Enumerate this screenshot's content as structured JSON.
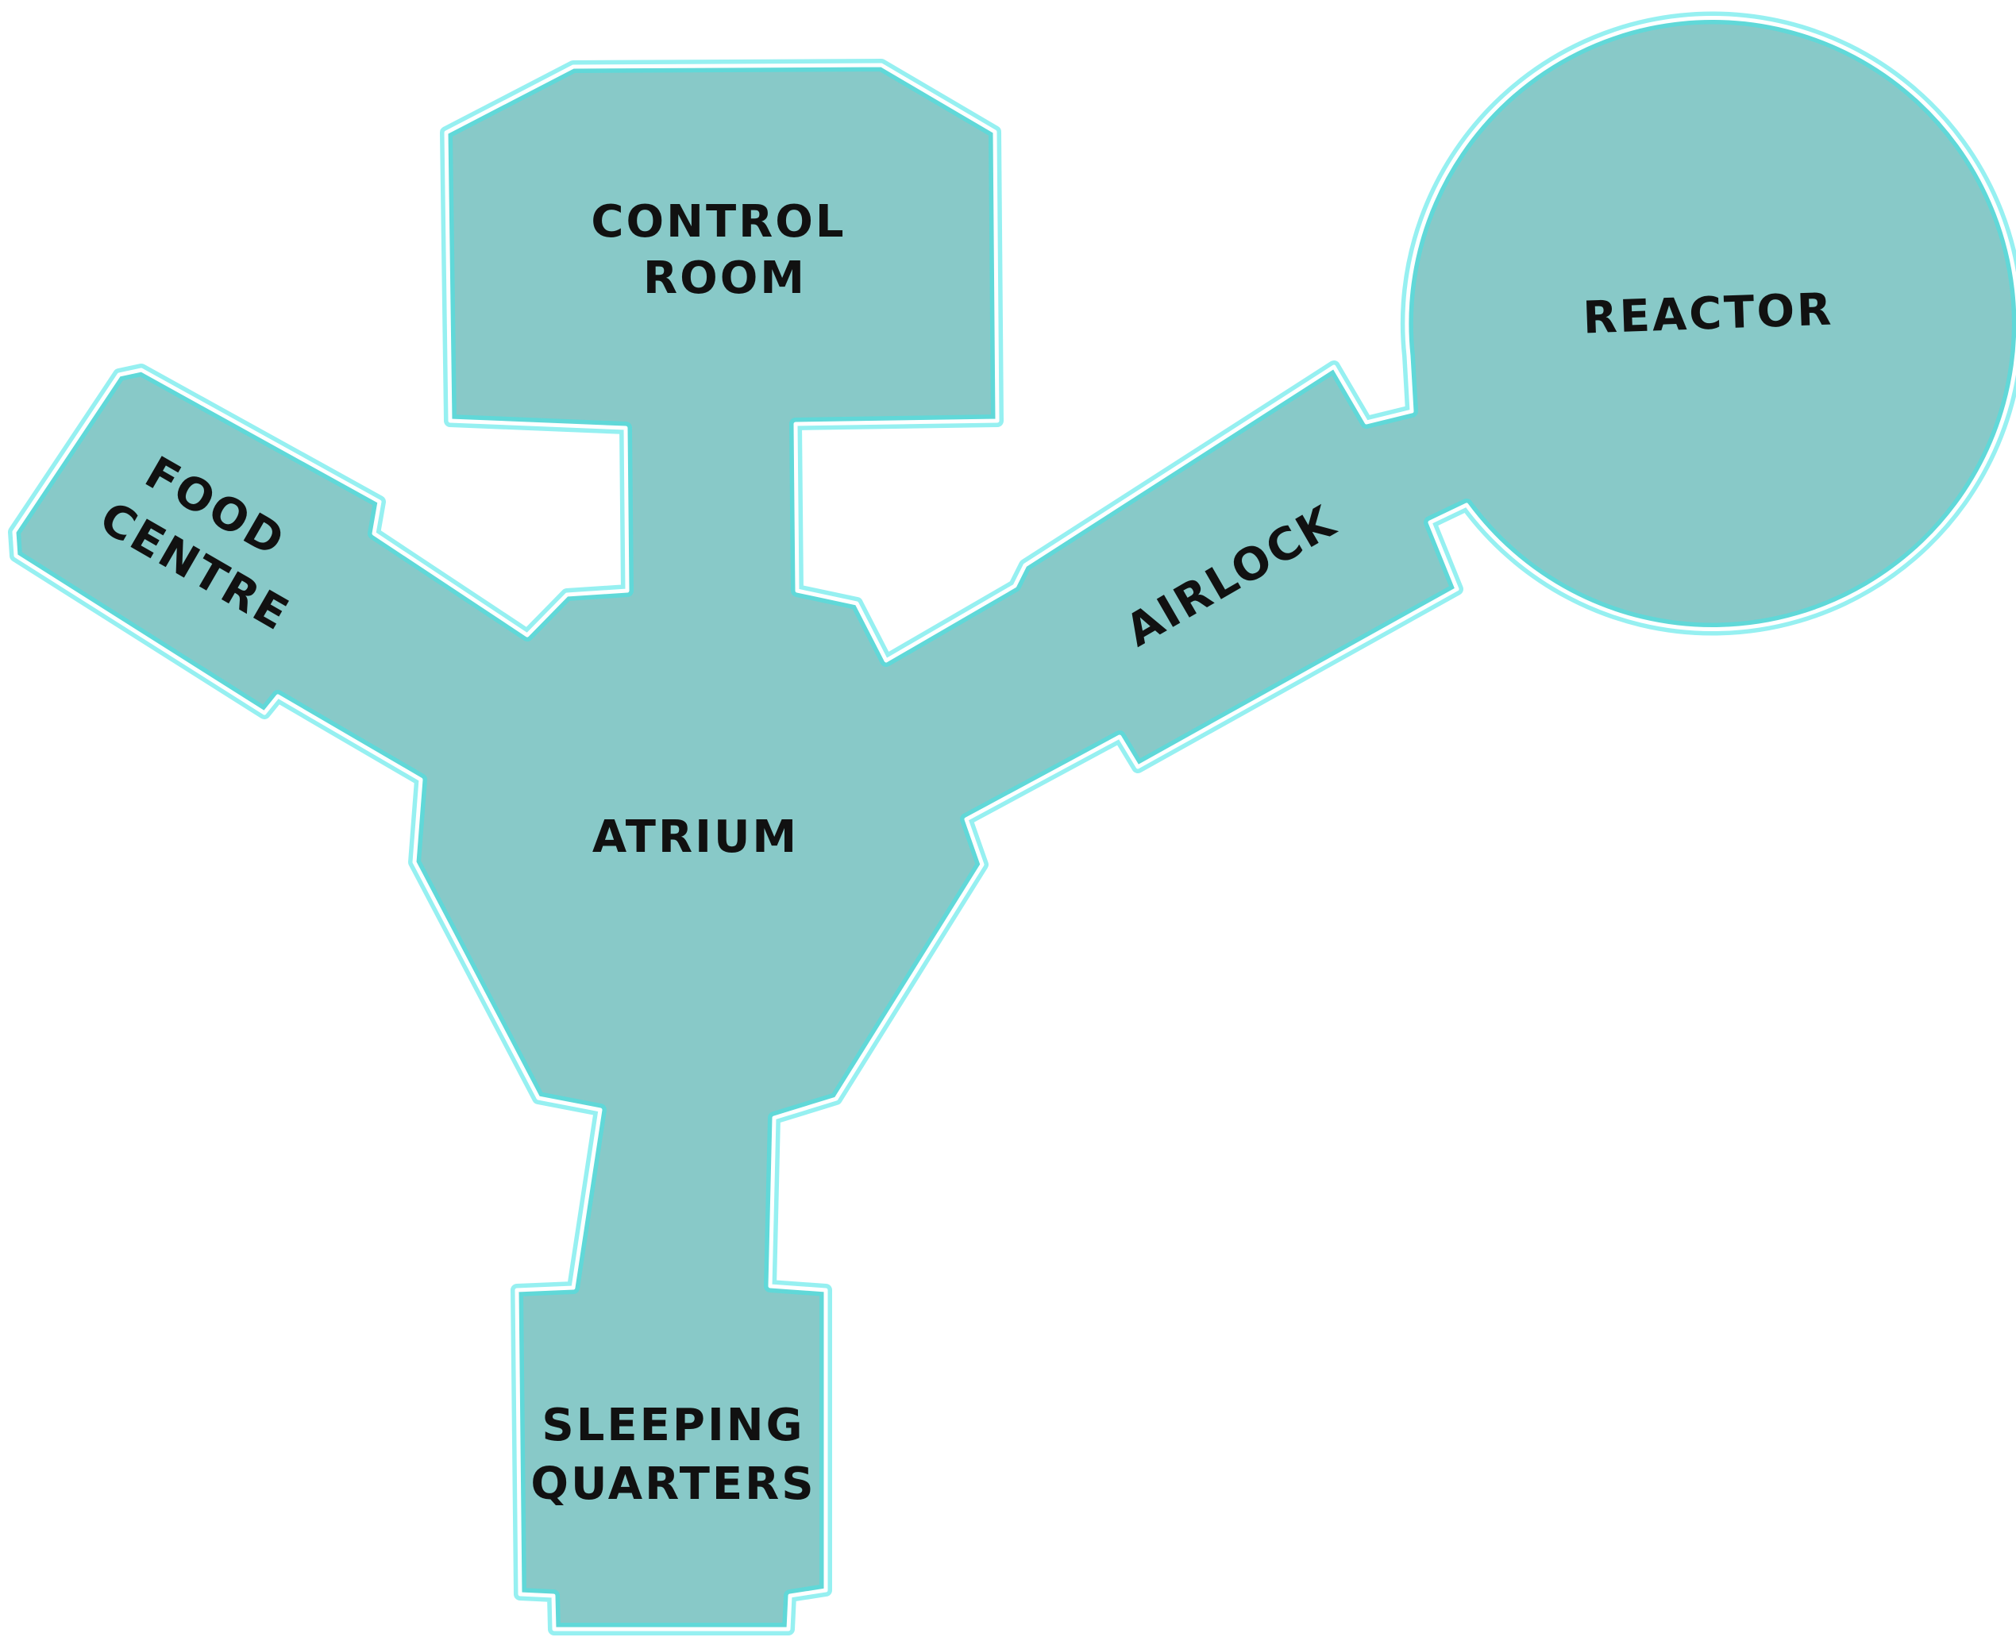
{
  "colors": {
    "room_fill": "#88c9c8",
    "outline_glow": "#3fe3e6",
    "outline_core": "#ffffff",
    "label_text": "#111111",
    "background": "#ffffff"
  },
  "rooms": {
    "control_room": {
      "line1": "CONTROL",
      "line2": "ROOM"
    },
    "reactor": {
      "line1": "REACTOR"
    },
    "food_centre": {
      "line1": "FOOD",
      "line2": "CENTRE"
    },
    "airlock": {
      "line1": "AIRLOCK"
    },
    "atrium": {
      "line1": "ATRIUM"
    },
    "sleeping_quarters": {
      "line1": "SLEEPING",
      "line2": "QUARTERS"
    }
  }
}
